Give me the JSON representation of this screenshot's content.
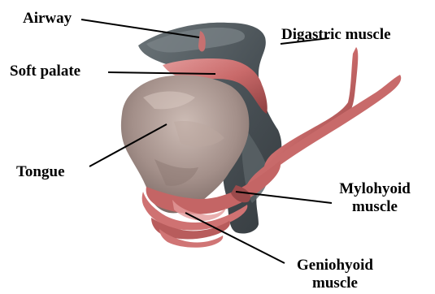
{
  "labels": {
    "airway": "Airway",
    "soft_palate": "Soft palate",
    "tongue": "Tongue",
    "digastric": "Digastric muscle",
    "mylohyoid_line1": "Mylohyoid",
    "mylohyoid_line2": "muscle",
    "geniohyoid_line1": "Geniohyoid",
    "geniohyoid_line2": "muscle"
  },
  "colors": {
    "background": "#ffffff",
    "airway": "#4a5257",
    "airway_highlight": "#6f787c",
    "muscle": "#c96a6a",
    "muscle_light": "#e09090",
    "muscle_dark": "#8e3f40",
    "tongue": "#9b8681",
    "tongue_light": "#c9b8b1",
    "tongue_dark": "#6f5e5a",
    "leader_line": "#000000",
    "label_text": "#000000"
  }
}
